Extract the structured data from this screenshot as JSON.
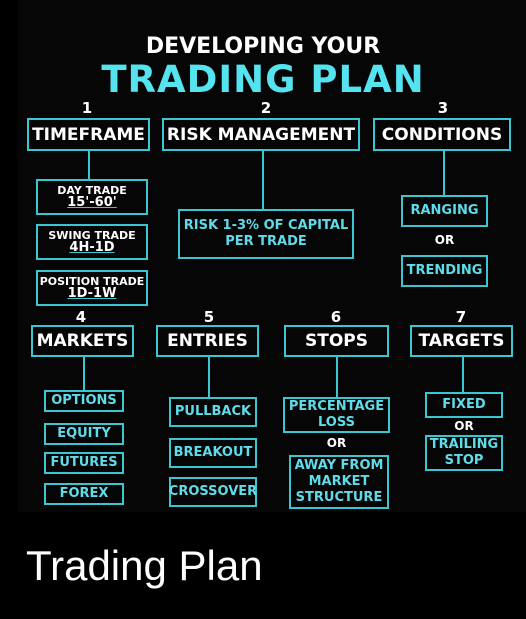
{
  "title": {
    "line1": "DEVELOPING YOUR",
    "line2": "TRADING PLAN"
  },
  "caption": "Trading Plan",
  "sections": [
    {
      "num": "1",
      "label": "TIMEFRAME",
      "items": [
        {
          "name": "DAY TRADE",
          "value": "15'-60'"
        },
        {
          "name": "SWING TRADE",
          "value": "4H-1D"
        },
        {
          "name": "POSITION TRADE",
          "value": "1D-1W"
        }
      ]
    },
    {
      "num": "2",
      "label": "RISK MANAGEMENT",
      "detail": [
        "RISK 1-3% OF CAPITAL",
        "PER TRADE"
      ]
    },
    {
      "num": "3",
      "label": "CONDITIONS",
      "items": [
        "RANGING",
        "TRENDING"
      ],
      "or": "OR"
    },
    {
      "num": "4",
      "label": "MARKETS",
      "items": [
        "OPTIONS",
        "EQUITY",
        "FUTURES",
        "FOREX"
      ]
    },
    {
      "num": "5",
      "label": "ENTRIES",
      "items": [
        "PULLBACK",
        "BREAKOUT",
        "CROSSOVER"
      ]
    },
    {
      "num": "6",
      "label": "STOPS",
      "items": [
        [
          "PERCENTAGE",
          "LOSS"
        ],
        [
          "AWAY FROM",
          "MARKET",
          "STRUCTURE"
        ]
      ],
      "or": "OR"
    },
    {
      "num": "7",
      "label": "TARGETS",
      "items": [
        "FIXED",
        [
          "TRAILING",
          "STOP"
        ]
      ],
      "or": "OR"
    }
  ],
  "colors": {
    "accent": "#3bc6d2",
    "title_accent": "#55e3f0",
    "background": "#000000"
  }
}
